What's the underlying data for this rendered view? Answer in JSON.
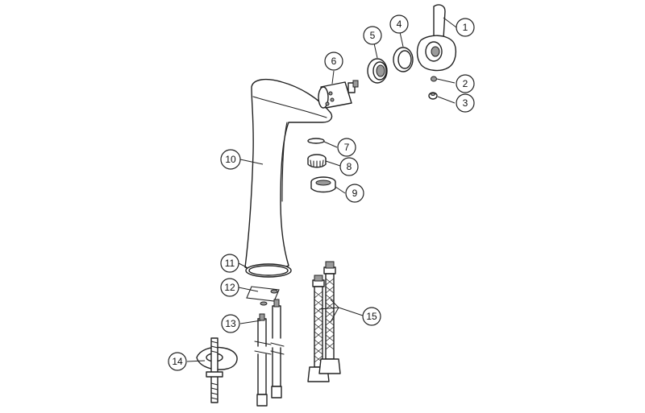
{
  "callouts": [
    "1",
    "2",
    "3",
    "4",
    "5",
    "6",
    "7",
    "8",
    "9",
    "10",
    "11",
    "12",
    "13",
    "14",
    "15"
  ],
  "colors": {
    "line": "#222222",
    "background": "#ffffff",
    "shade": "#9a9a9a"
  }
}
